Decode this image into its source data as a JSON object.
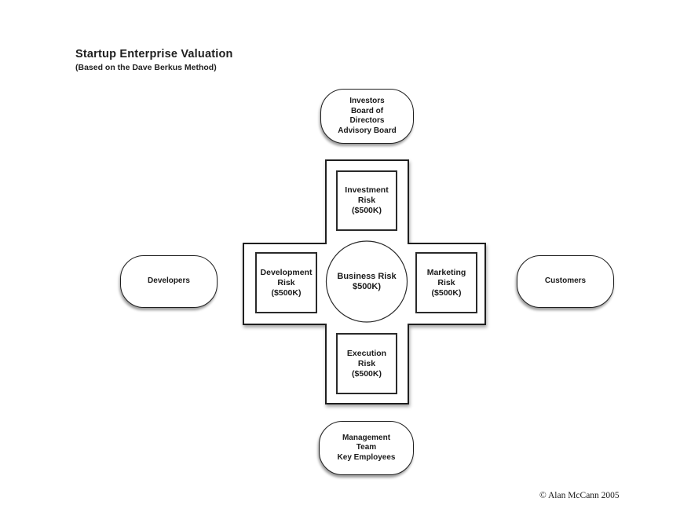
{
  "title": "Startup Enterprise Valuation",
  "subtitle": "(Based on the Dave Berkus Method)",
  "center": {
    "label": "Business Risk\n$500K)"
  },
  "risks": {
    "investment": "Investment\nRisk\n($500K)",
    "development": "Development\nRisk\n($500K)",
    "marketing": "Marketing\nRisk\n($500K)",
    "execution": "Execution\nRisk\n($500K)"
  },
  "stakeholders": {
    "investors": "Investors\nBoard of\nDirectors\nAdvisory Board",
    "developers": "Developers",
    "customers": "Customers",
    "management": "Management\nTeam\nKey Employees"
  },
  "copyright": "© Alan McCann 2005",
  "colors": {
    "ink": "#1a1a1a",
    "background": "#ffffff"
  }
}
